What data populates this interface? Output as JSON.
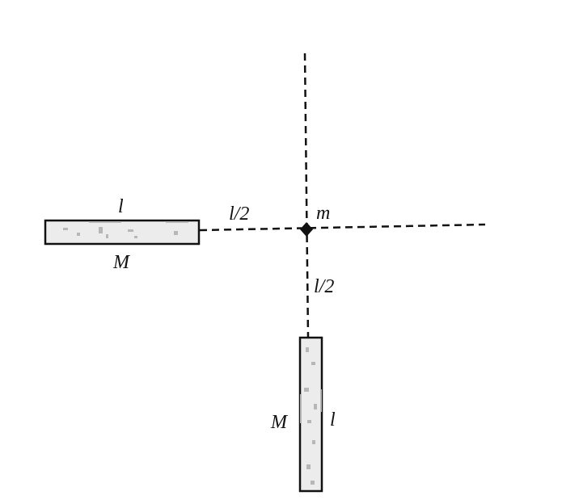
{
  "labels": {
    "mass_point": "m",
    "horizontal_rod_length": "l",
    "horizontal_rod_mass": "M",
    "horizontal_gap": "l/2",
    "vertical_gap": "l/2",
    "vertical_rod_mass": "M",
    "vertical_rod_length": "l"
  },
  "colors": {
    "ink": "#111111",
    "rod_fill": "#ececec"
  }
}
